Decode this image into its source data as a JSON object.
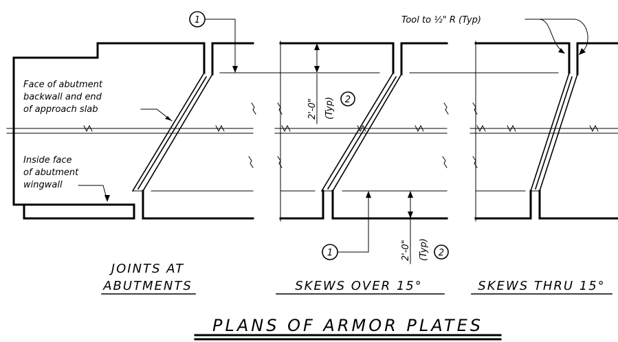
{
  "callouts": {
    "one_a": "1",
    "two_a": "2",
    "one_b": "1",
    "two_b": "2"
  },
  "annotations": {
    "tool": "Tool to ½\" R (Typ)",
    "face_line1": "Face of abutment",
    "face_line2": "backwall and end",
    "face_line3": "of approach slab",
    "inside_line1": "Inside face",
    "inside_line2": "of abutment",
    "inside_line3": "wingwall",
    "dim_a": "2'-0\"",
    "typ_a": "(Typ)",
    "dim_b": "2'-0\"",
    "typ_b": "(Typ)"
  },
  "titles": {
    "joints_line1": "JOINTS AT",
    "joints_line2": "ABUTMENTS",
    "skews_over": "SKEWS OVER 15°",
    "skews_thru": "SKEWS THRU 15°",
    "main": "PLANS OF ARMOR PLATES"
  }
}
